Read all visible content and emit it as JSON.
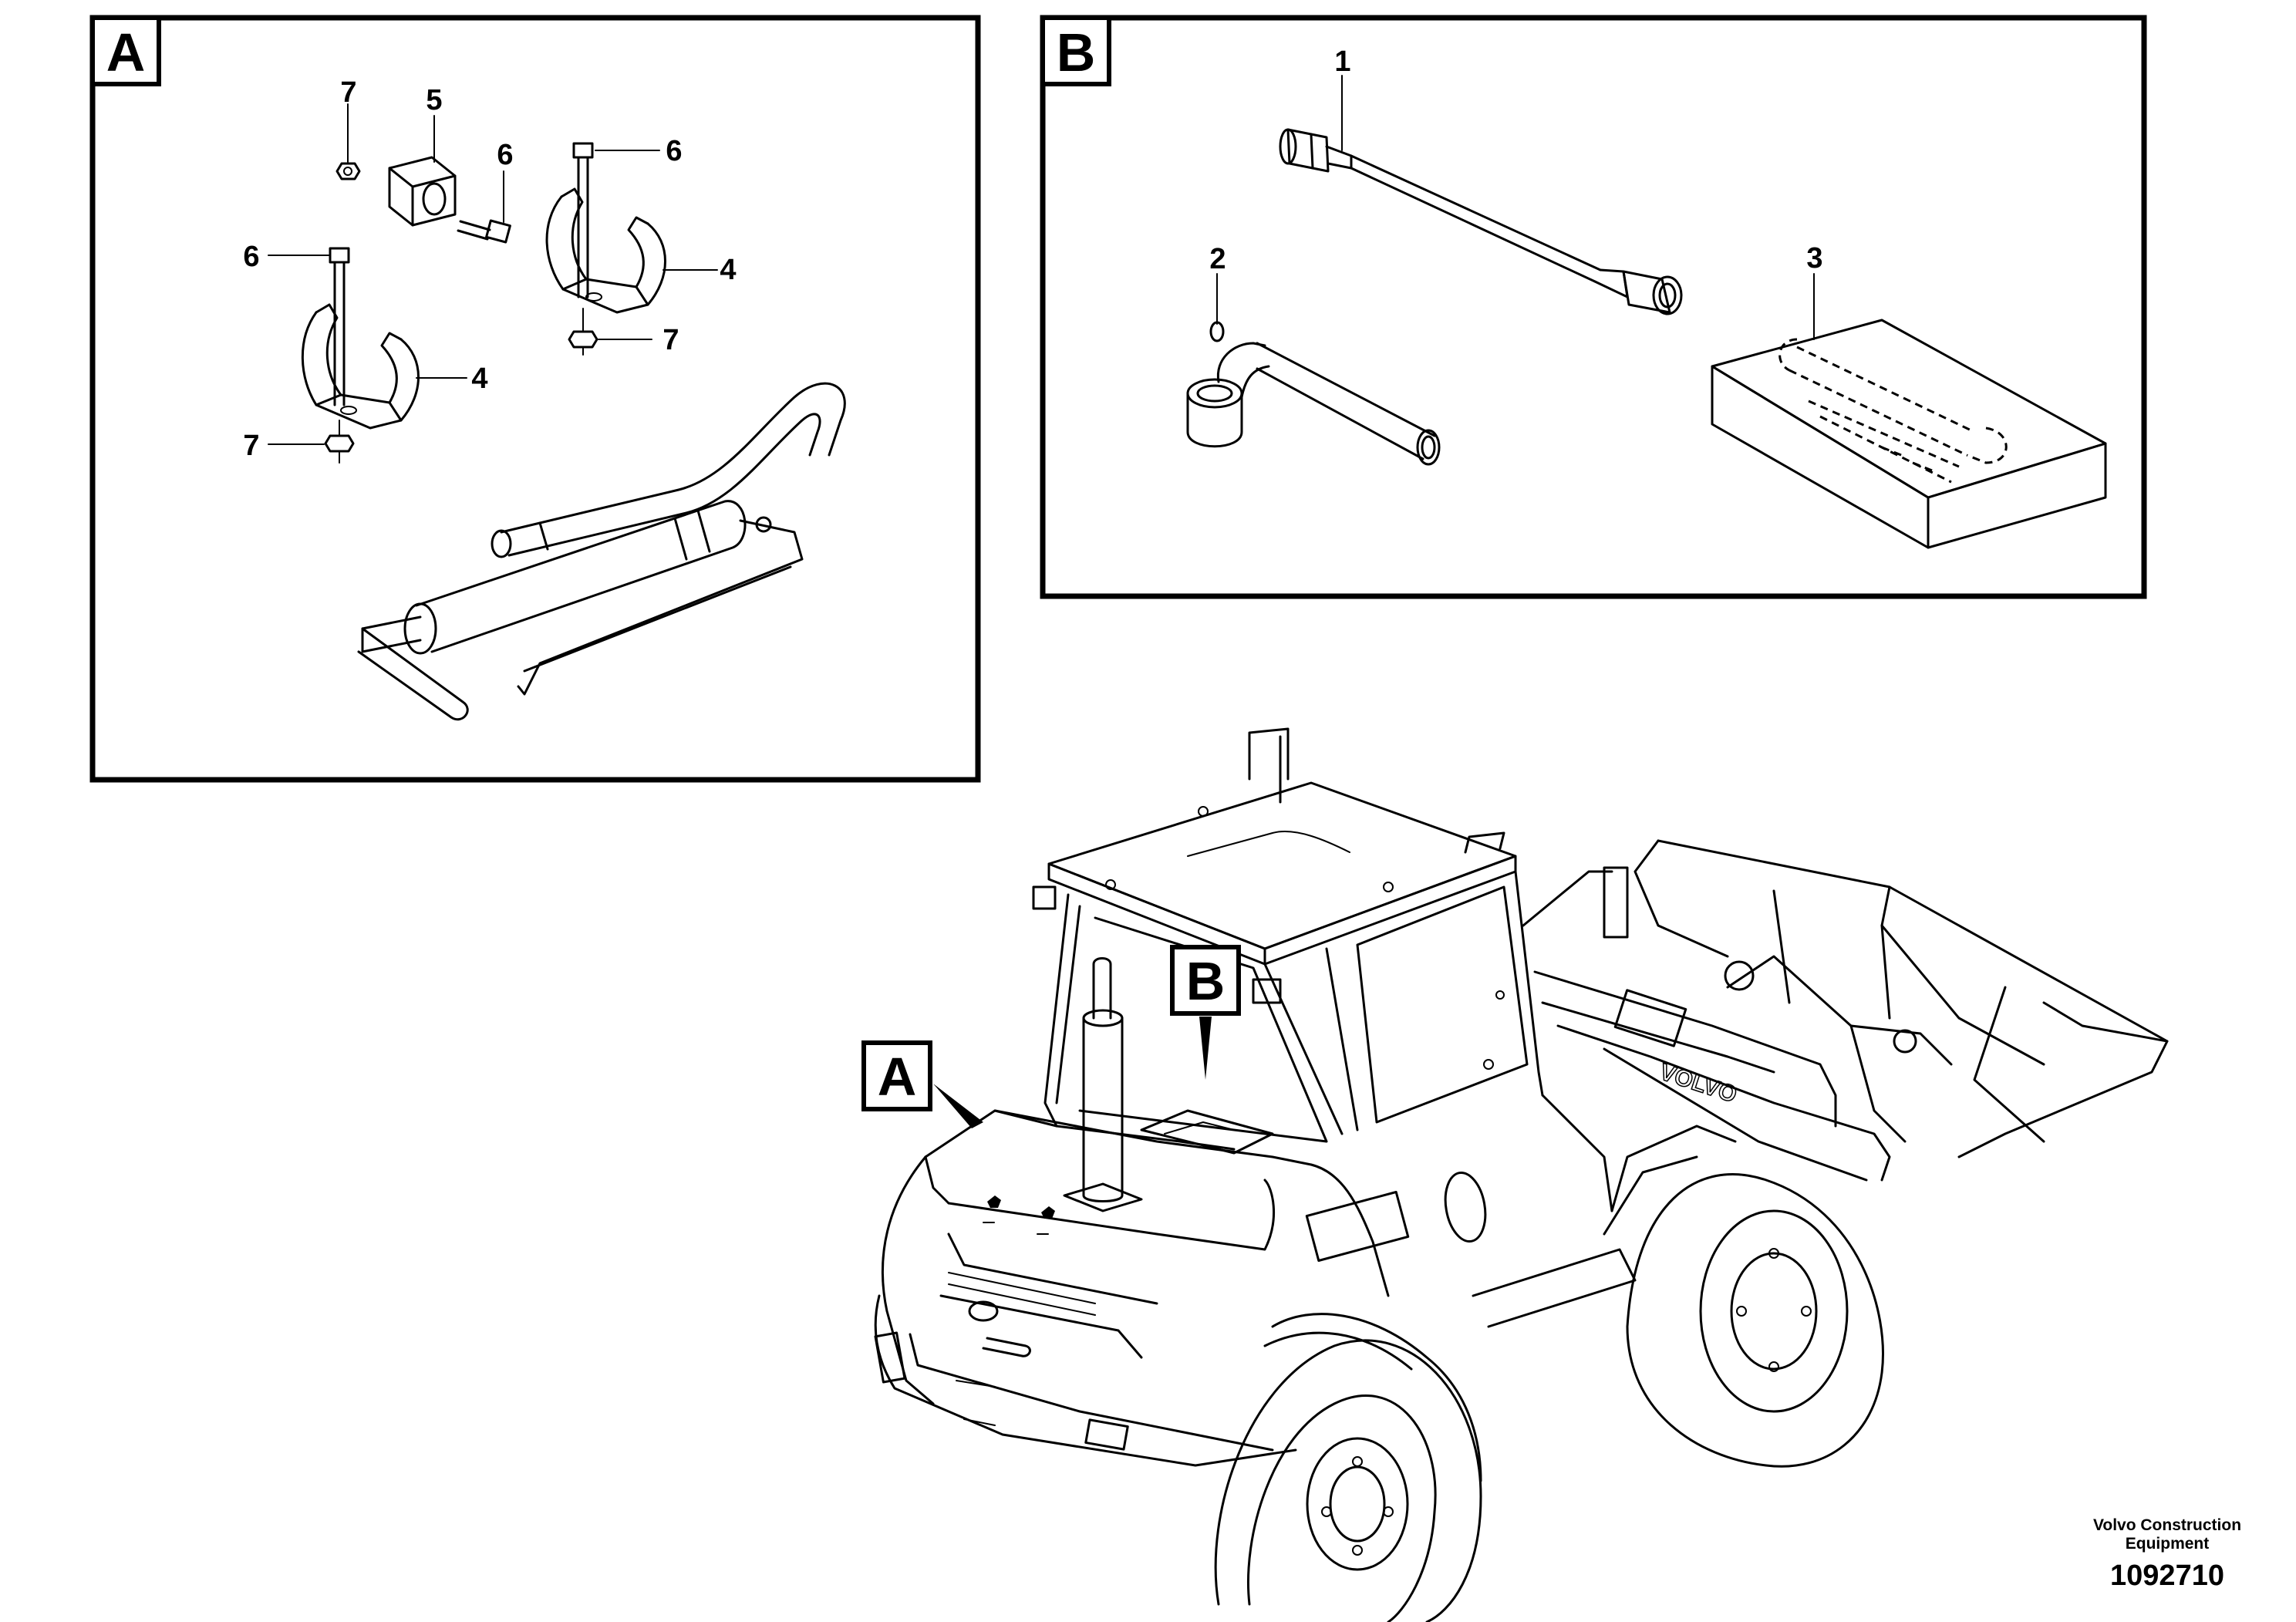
{
  "panels": {
    "a": {
      "label": "A",
      "callouts": {
        "c7_top": "7",
        "c5": "5",
        "c6_mid": "6",
        "c6_right": "6",
        "c6_left": "6",
        "c4_right": "4",
        "c4_left": "4",
        "c7_right": "7",
        "c7_left": "7"
      }
    },
    "b": {
      "label": "B",
      "callouts": {
        "c1": "1",
        "c2": "2",
        "c3": "3"
      }
    }
  },
  "machine": {
    "pointer_a": "A",
    "pointer_b": "B",
    "brand_text": "VOLVO"
  },
  "footer": {
    "company_line1": "Volvo Construction",
    "company_line2": "Equipment",
    "drawing_number": "1092710"
  },
  "colors": {
    "ink": "#000000",
    "background": "#ffffff"
  }
}
